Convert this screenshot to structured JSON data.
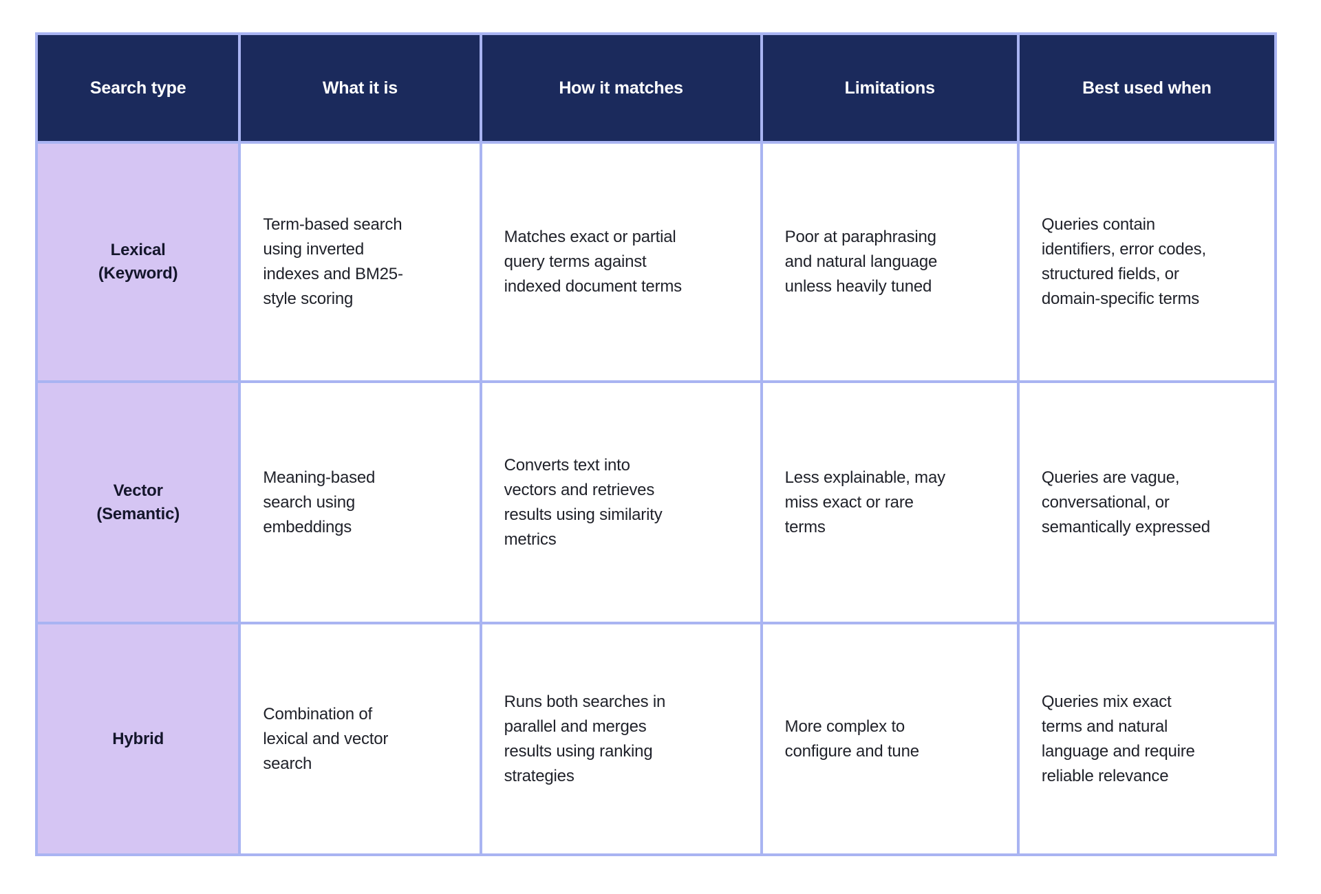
{
  "chart_data": {
    "type": "table",
    "columns": [
      "Search type",
      "What it is",
      "How it matches",
      "Limitations",
      "Best used when"
    ],
    "rows": [
      [
        "Lexical (Keyword)",
        "Term-based search using inverted indexes and BM25-style scoring",
        "Matches exact or partial query terms against indexed document terms",
        "Poor at paraphrasing and natural language unless heavily tuned",
        "Queries contain identifiers, error codes, structured fields, or domain-specific terms"
      ],
      [
        "Vector (Semantic)",
        "Meaning-based search using embeddings",
        "Converts text into vectors and retrieves results using similarity metrics",
        "Less explainable, may miss exact or rare terms",
        "Queries are vague, conversational, or semantically expressed"
      ],
      [
        "Hybrid",
        "Combination of lexical and vector search",
        "Runs both searches in parallel and merges results using ranking strategies",
        "More complex to configure and tune",
        "Queries mix exact terms and natural language and require reliable relevance"
      ]
    ]
  },
  "display": {
    "headers": [
      "Search type",
      "What it is",
      "How it matches",
      "Limitations",
      "Best used when"
    ],
    "rows": [
      {
        "type": "Lexical\n(Keyword)",
        "what": "Term-based search\nusing inverted\nindexes and BM25-\nstyle scoring",
        "how": "Matches exact or partial\nquery terms against\nindexed document terms",
        "limits": "Poor at paraphrasing\nand natural language\nunless heavily tuned",
        "best": "Queries contain\nidentifiers, error codes,\nstructured fields, or\ndomain-specific terms"
      },
      {
        "type": "Vector\n(Semantic)",
        "what": "Meaning-based\nsearch using\nembeddings",
        "how": "Converts text into\nvectors and retrieves\nresults using similarity\nmetrics",
        "limits": "Less explainable, may\nmiss exact or rare\nterms",
        "best": "Queries are vague,\nconversational, or\nsemantically expressed"
      },
      {
        "type": "Hybrid",
        "what": "Combination of\nlexical and vector\nsearch",
        "how": "Runs both searches in\nparallel and merges\nresults using ranking\nstrategies",
        "limits": "More complex to\nconfigure and tune",
        "best": "Queries mix exact\nterms and natural\nlanguage and require\nreliable relevance"
      }
    ]
  },
  "colors": {
    "header_bg": "#1b2a5c",
    "header_text": "#ffffff",
    "type_column_bg": "#d5c5f3",
    "grid_border": "#a9b4f2",
    "body_bg": "#ffffff",
    "body_text": "#20222a"
  }
}
